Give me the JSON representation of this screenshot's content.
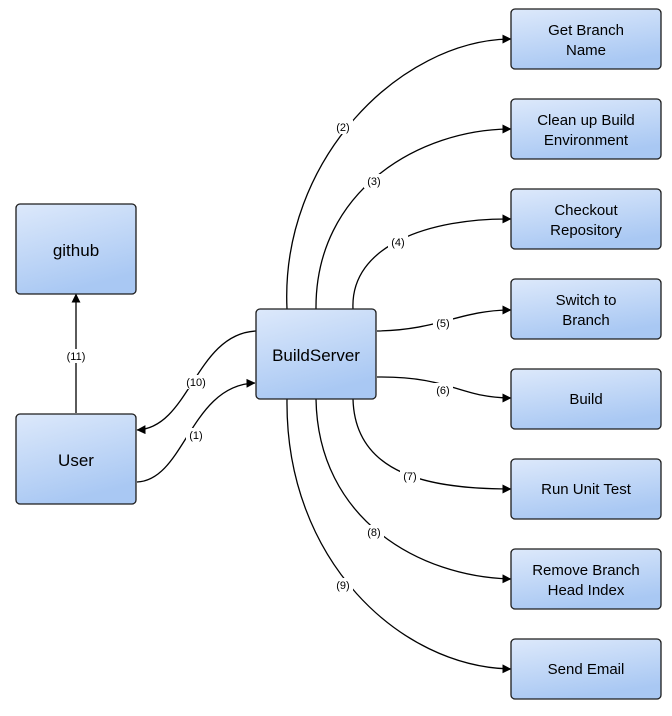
{
  "nodes": {
    "github": {
      "label": [
        "github"
      ]
    },
    "user": {
      "label": [
        "User"
      ]
    },
    "buildserver": {
      "label": [
        "BuildServer"
      ]
    },
    "get_branch_name": {
      "label": [
        "Get Branch",
        "Name"
      ]
    },
    "clean_up_build_environment": {
      "label": [
        "Clean up Build",
        "Environment"
      ]
    },
    "checkout_repository": {
      "label": [
        "Checkout",
        "Repository"
      ]
    },
    "switch_to_branch": {
      "label": [
        "Switch to",
        "Branch"
      ]
    },
    "build": {
      "label": [
        "Build"
      ]
    },
    "run_unit_test": {
      "label": [
        "Run Unit Test"
      ]
    },
    "remove_branch_head_index": {
      "label": [
        "Remove Branch",
        "Head Index"
      ]
    },
    "send_email": {
      "label": [
        "Send Email"
      ]
    }
  },
  "edges": [
    {
      "id": "e1",
      "from": "user",
      "to": "buildserver",
      "label": "(1)"
    },
    {
      "id": "e2",
      "from": "buildserver",
      "to": "get_branch_name",
      "label": "(2)"
    },
    {
      "id": "e3",
      "from": "buildserver",
      "to": "clean_up_build_environment",
      "label": "(3)"
    },
    {
      "id": "e4",
      "from": "buildserver",
      "to": "checkout_repository",
      "label": "(4)"
    },
    {
      "id": "e5",
      "from": "buildserver",
      "to": "switch_to_branch",
      "label": "(5)"
    },
    {
      "id": "e6",
      "from": "buildserver",
      "to": "build",
      "label": "(6)"
    },
    {
      "id": "e7",
      "from": "buildserver",
      "to": "run_unit_test",
      "label": "(7)"
    },
    {
      "id": "e8",
      "from": "buildserver",
      "to": "remove_branch_head_index",
      "label": "(8)"
    },
    {
      "id": "e9",
      "from": "buildserver",
      "to": "send_email",
      "label": "(9)"
    },
    {
      "id": "e10",
      "from": "buildserver",
      "to": "user",
      "label": "(10)"
    },
    {
      "id": "e11",
      "from": "user",
      "to": "github",
      "label": "(11)"
    }
  ],
  "colors": {
    "box_fill_top": "#dde9fb",
    "box_fill_bottom": "#a9c8f3",
    "box_stroke": "#1c1c1c",
    "edge": "#000000",
    "background": "#ffffff"
  }
}
